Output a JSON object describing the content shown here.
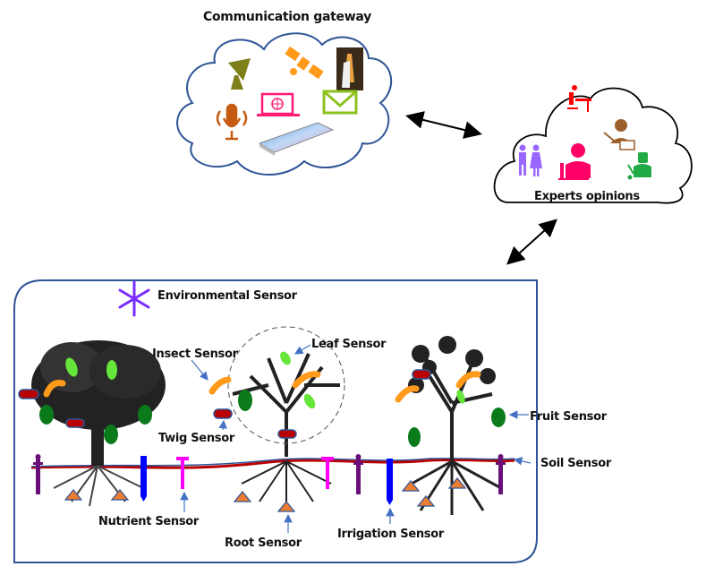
{
  "gateway": {
    "title": "Communication gateway",
    "icons": [
      "satellite-dish-icon",
      "satellite-icon",
      "space-shuttle-image",
      "laptop-globe-icon",
      "envelope-icon",
      "microphone-icon",
      "smartphone-image"
    ]
  },
  "experts": {
    "title": "Experts opinions",
    "icons": [
      "person-at-desk-icon",
      "teacher-icon",
      "couple-icon",
      "waiter-icon",
      "welder-icon"
    ]
  },
  "field": {
    "title": "Environmental Sensor",
    "title_icon": "snowflake-icon",
    "sensor_labels": {
      "insect": "Insect Sensor",
      "leaf": "Leaf Sensor",
      "twig": "Twig Sensor",
      "fruit": "Fruit Sensor",
      "soil": "Soil Sensor",
      "nutrient": "Nutrient Sensor",
      "root": "Root Sensor",
      "irrigation": "Irrigation Sensor"
    }
  },
  "colors": {
    "gateway_cloud": "#2f5597",
    "experts_cloud": "#000000",
    "field_border": "#2f5597",
    "arrow": "#4472c4",
    "leaf_dark": "#0a7a1a",
    "leaf_light": "#66e63a",
    "insect": "#ff9a1a",
    "twig_sensor": "#b80000",
    "root_triangle": "#ed7d31",
    "soil_probe": "#6a0f7a",
    "irrigation_probe": "#0000ff",
    "nutrient_probe": "#ff00ff",
    "snowflake": "#7b2cff"
  }
}
